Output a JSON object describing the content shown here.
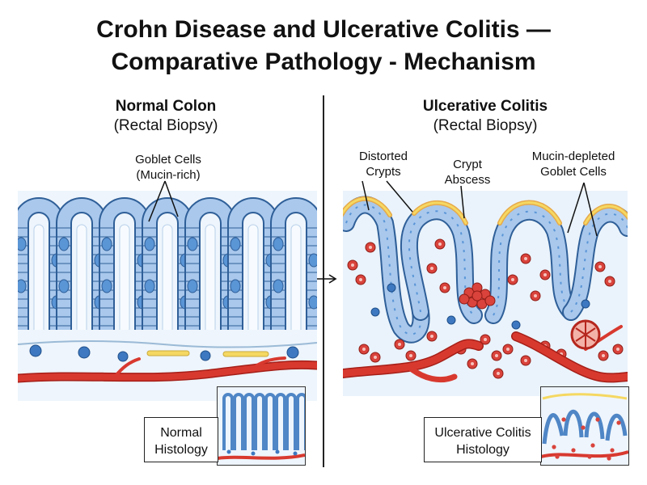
{
  "title": {
    "line1": "Crohn Disease and Ulcerative Colitis —",
    "line2": "Comparative Pathology - Mechanism"
  },
  "left_panel": {
    "heading": "Normal Colon",
    "subheading": "(Rectal Biopsy)",
    "callout": {
      "line1": "Goblet Cells",
      "line2": "(Mucin-rich)"
    },
    "inset": {
      "line1": "Normal",
      "line2": "Histology"
    }
  },
  "right_panel": {
    "heading": "Ulcerative Colitis",
    "subheading": "(Rectal Biopsy)",
    "callouts": {
      "distorted": {
        "line1": "Distorted",
        "line2": "Crypts"
      },
      "abscess": {
        "line1": "Crypt",
        "line2": "Abscess"
      },
      "depleted": {
        "line1": "Mucin-depleted",
        "line2": "Goblet Cells"
      }
    },
    "inset": {
      "line1": "Ulcerative Colitis",
      "line2": "Histology"
    }
  },
  "colors": {
    "epithelium": "#4f86c6",
    "epithelium_light": "#a9c8ec",
    "lamina": "#e8f2fb",
    "vessel": "#d8392f",
    "vessel_light": "#f08a7e",
    "mucus": "#f5d862",
    "inflammatory_cell": "#d9433b",
    "lymphocyte": "#3d78c0"
  }
}
